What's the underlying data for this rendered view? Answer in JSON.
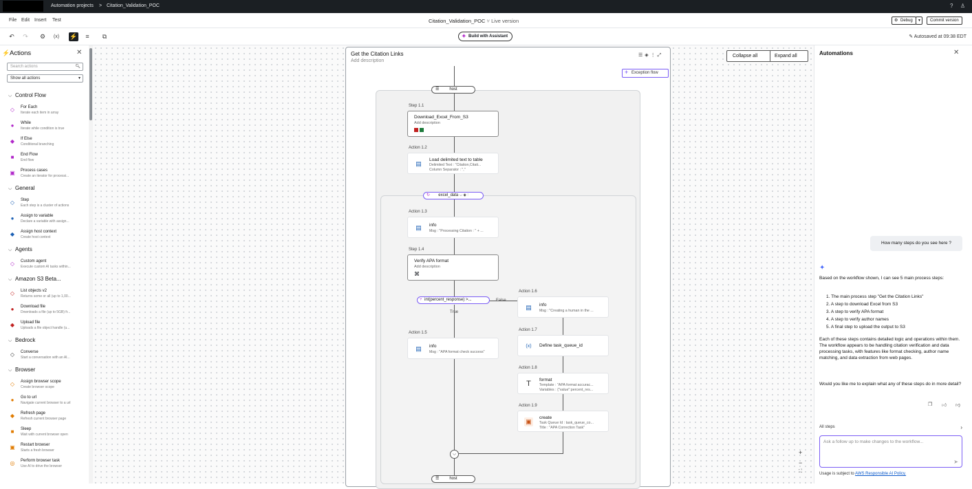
{
  "topbar": {
    "breadcrumb_root": "Automation projects",
    "breadcrumb_sep": ">",
    "breadcrumb_current": "Citation_Validation_POC",
    "help_icon": "?",
    "user_icon": "♙"
  },
  "menubar": {
    "menus": [
      "File",
      "Edit",
      "Insert",
      "Test"
    ],
    "doc_title": "Citation_Validation_POC",
    "doc_version": "Live version",
    "debug_label": "Debug",
    "commit_label": "Commit version"
  },
  "toolbar": {
    "assistant_label": "Build with Assistant",
    "autosave": "Autosaved at 09:38 EDT"
  },
  "sidebar": {
    "title": "Actions",
    "search_placeholder": "Search actions",
    "filter_value": "Show all actions",
    "sections": [
      {
        "title": "Control Flow",
        "items": [
          {
            "title": "For Each",
            "desc": "Iterate each item in array",
            "color": "#b026c9"
          },
          {
            "title": "While",
            "desc": "Iterate while condition is true",
            "color": "#b026c9"
          },
          {
            "title": "If Else",
            "desc": "Conditional branching",
            "color": "#b026c9"
          },
          {
            "title": "End Flow",
            "desc": "End flow",
            "color": "#b026c9"
          },
          {
            "title": "Process cases",
            "desc": "Create an iterator for processi...",
            "color": "#b026c9"
          }
        ]
      },
      {
        "title": "General",
        "items": [
          {
            "title": "Step",
            "desc": "Each step is a cluster of actions",
            "color": "#1a5fb4"
          },
          {
            "title": "Assign to variable",
            "desc": "Declare a variable with assign...",
            "color": "#1a5fb4"
          },
          {
            "title": "Assign host context",
            "desc": "Create host context",
            "color": "#1a5fb4"
          }
        ]
      },
      {
        "title": "Agents",
        "items": [
          {
            "title": "Custom agent",
            "desc": "Execute custom AI tasks within...",
            "color": "#b026c9"
          }
        ]
      },
      {
        "title": "Amazon S3 Beta...",
        "items": [
          {
            "title": "List objects v2",
            "desc": "Returns some or all (up to 1,00...",
            "color": "#c0201f"
          },
          {
            "title": "Download file",
            "desc": "Downloads a file (up to 5GB) fr...",
            "color": "#c0201f"
          },
          {
            "title": "Upload file",
            "desc": "Uploads a file object handle (u...",
            "color": "#c0201f"
          }
        ]
      },
      {
        "title": "Bedrock",
        "items": [
          {
            "title": "Converse",
            "desc": "Start a conversation with an AI...",
            "color": "#333333"
          }
        ]
      },
      {
        "title": "Browser",
        "items": [
          {
            "title": "Assign browser scope",
            "desc": "Create browser scope",
            "color": "#e07b00"
          },
          {
            "title": "Go to url",
            "desc": "Navigate current browser to a url",
            "color": "#e07b00"
          },
          {
            "title": "Refresh page",
            "desc": "Refresh current browser page",
            "color": "#e07b00"
          },
          {
            "title": "Sleep",
            "desc": "Wait with current browser open",
            "color": "#e07b00"
          },
          {
            "title": "Restart browser",
            "desc": "Starts a fresh browser",
            "color": "#e07b00"
          },
          {
            "title": "Perform browser task",
            "desc": "Use AI to drive the browser",
            "color": "#e07b00"
          }
        ]
      }
    ]
  },
  "canvas": {
    "panel_title": "Get the Citation Links",
    "panel_desc": "Add description",
    "exception_flow": "Exception flow",
    "collapse_all": "Collapse all",
    "expand_all": "Expand all",
    "host_label": "host",
    "loop_label": "excel_data",
    "steps": {
      "s11": {
        "label": "Step 1.1",
        "title": "Download_Excel_From_S3",
        "desc": "Add description"
      },
      "a12": {
        "label": "Action 1.2",
        "title": "Load delimited text to table",
        "line1": "Delimited Text : \"Citation,Citati...",
        "line2": "Column Separator : \",\""
      },
      "a13": {
        "label": "Action 1.3",
        "title": "info",
        "line1": "Msg : \"Processing Citation : \" + ..."
      },
      "s14": {
        "label": "Step 1.4",
        "title": "Verify APA format",
        "desc": "Add description"
      },
      "cond": "int(percent_response) >...",
      "false_label": "False",
      "true_label": "True",
      "a15": {
        "label": "Action 1.5",
        "title": "info",
        "line1": "Msg : \"APA format check success\""
      },
      "a16": {
        "label": "Action 1.6",
        "title": "info",
        "line1": "Msg : \"Creating a human in the ..."
      },
      "a17": {
        "label": "Action 1.7",
        "title": "Define task_queue_id"
      },
      "a18": {
        "label": "Action 1.8",
        "title": "format",
        "line1": "Template : \"APA format accurac...",
        "line2": "Variables : {\"value\":percent_res..."
      },
      "a19": {
        "label": "Action 1.9",
        "title": "create",
        "line1": "Task Queue Id : task_queue_co...",
        "line2": "Title : \"APA Correction Task\""
      }
    }
  },
  "assistant": {
    "title": "Automations",
    "user_message": "How many steps do you see here ?",
    "intro": "Based on the workflow shown, I can see 5 main process steps:",
    "list": [
      "1. The main process step \"Get the Citation Links\"",
      "2. A step to download Excel from S3",
      "3. A step to verify APA format",
      "4. A step to verify author names",
      "5. A final step to upload the output to S3"
    ],
    "para": "Each of these steps contains detailed logic and operations within them. The workflow appears to be handling citation verification and data processing tasks, with features like format checking, author name matching, and data extraction from web pages.",
    "question": "Would you like me to explain what any of these steps do in more detail?",
    "all_steps": "All steps",
    "placeholder": "Ask a follow up to make changes to the workflow...",
    "usage_prefix": "Usage is subject to",
    "usage_link": "AWS Responsible AI Policy."
  }
}
